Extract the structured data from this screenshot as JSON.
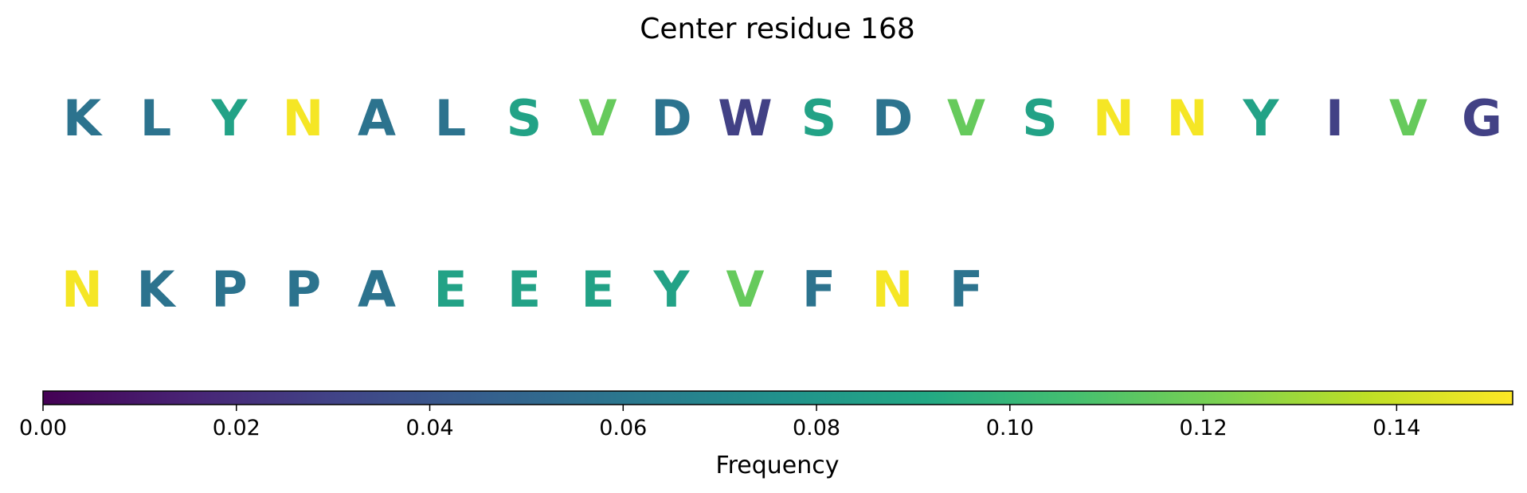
{
  "chart_data": {
    "type": "heatmap",
    "title": "Center residue 168",
    "residues": [
      {
        "aa": "K",
        "freq": 0.058
      },
      {
        "aa": "L",
        "freq": 0.058
      },
      {
        "aa": "Y",
        "freq": 0.087
      },
      {
        "aa": "N",
        "freq": 0.15
      },
      {
        "aa": "A",
        "freq": 0.058
      },
      {
        "aa": "L",
        "freq": 0.058
      },
      {
        "aa": "S",
        "freq": 0.087
      },
      {
        "aa": "V",
        "freq": 0.116
      },
      {
        "aa": "D",
        "freq": 0.058
      },
      {
        "aa": "W",
        "freq": 0.029
      },
      {
        "aa": "S",
        "freq": 0.087
      },
      {
        "aa": "D",
        "freq": 0.058
      },
      {
        "aa": "V",
        "freq": 0.116
      },
      {
        "aa": "S",
        "freq": 0.087
      },
      {
        "aa": "N",
        "freq": 0.15
      },
      {
        "aa": "N",
        "freq": 0.15
      },
      {
        "aa": "Y",
        "freq": 0.087
      },
      {
        "aa": "I",
        "freq": 0.029
      },
      {
        "aa": "V",
        "freq": 0.116
      },
      {
        "aa": "G",
        "freq": 0.029
      },
      {
        "aa": "N",
        "freq": 0.15
      },
      {
        "aa": "K",
        "freq": 0.058
      },
      {
        "aa": "P",
        "freq": 0.058
      },
      {
        "aa": "P",
        "freq": 0.058
      },
      {
        "aa": "A",
        "freq": 0.058
      },
      {
        "aa": "E",
        "freq": 0.087
      },
      {
        "aa": "E",
        "freq": 0.087
      },
      {
        "aa": "E",
        "freq": 0.087
      },
      {
        "aa": "Y",
        "freq": 0.087
      },
      {
        "aa": "V",
        "freq": 0.116
      },
      {
        "aa": "F",
        "freq": 0.058
      },
      {
        "aa": "N",
        "freq": 0.15
      },
      {
        "aa": "F",
        "freq": 0.058
      }
    ],
    "letters_per_row": 20,
    "colormap": "viridis",
    "colorbar": {
      "label": "Frequency",
      "range": [
        0,
        0.152
      ],
      "ticks": [
        0.0,
        0.02,
        0.04,
        0.06,
        0.08,
        0.1,
        0.12,
        0.14
      ],
      "tick_labels": [
        "0.00",
        "0.02",
        "0.04",
        "0.06",
        "0.08",
        "0.10",
        "0.12",
        "0.14"
      ]
    }
  }
}
